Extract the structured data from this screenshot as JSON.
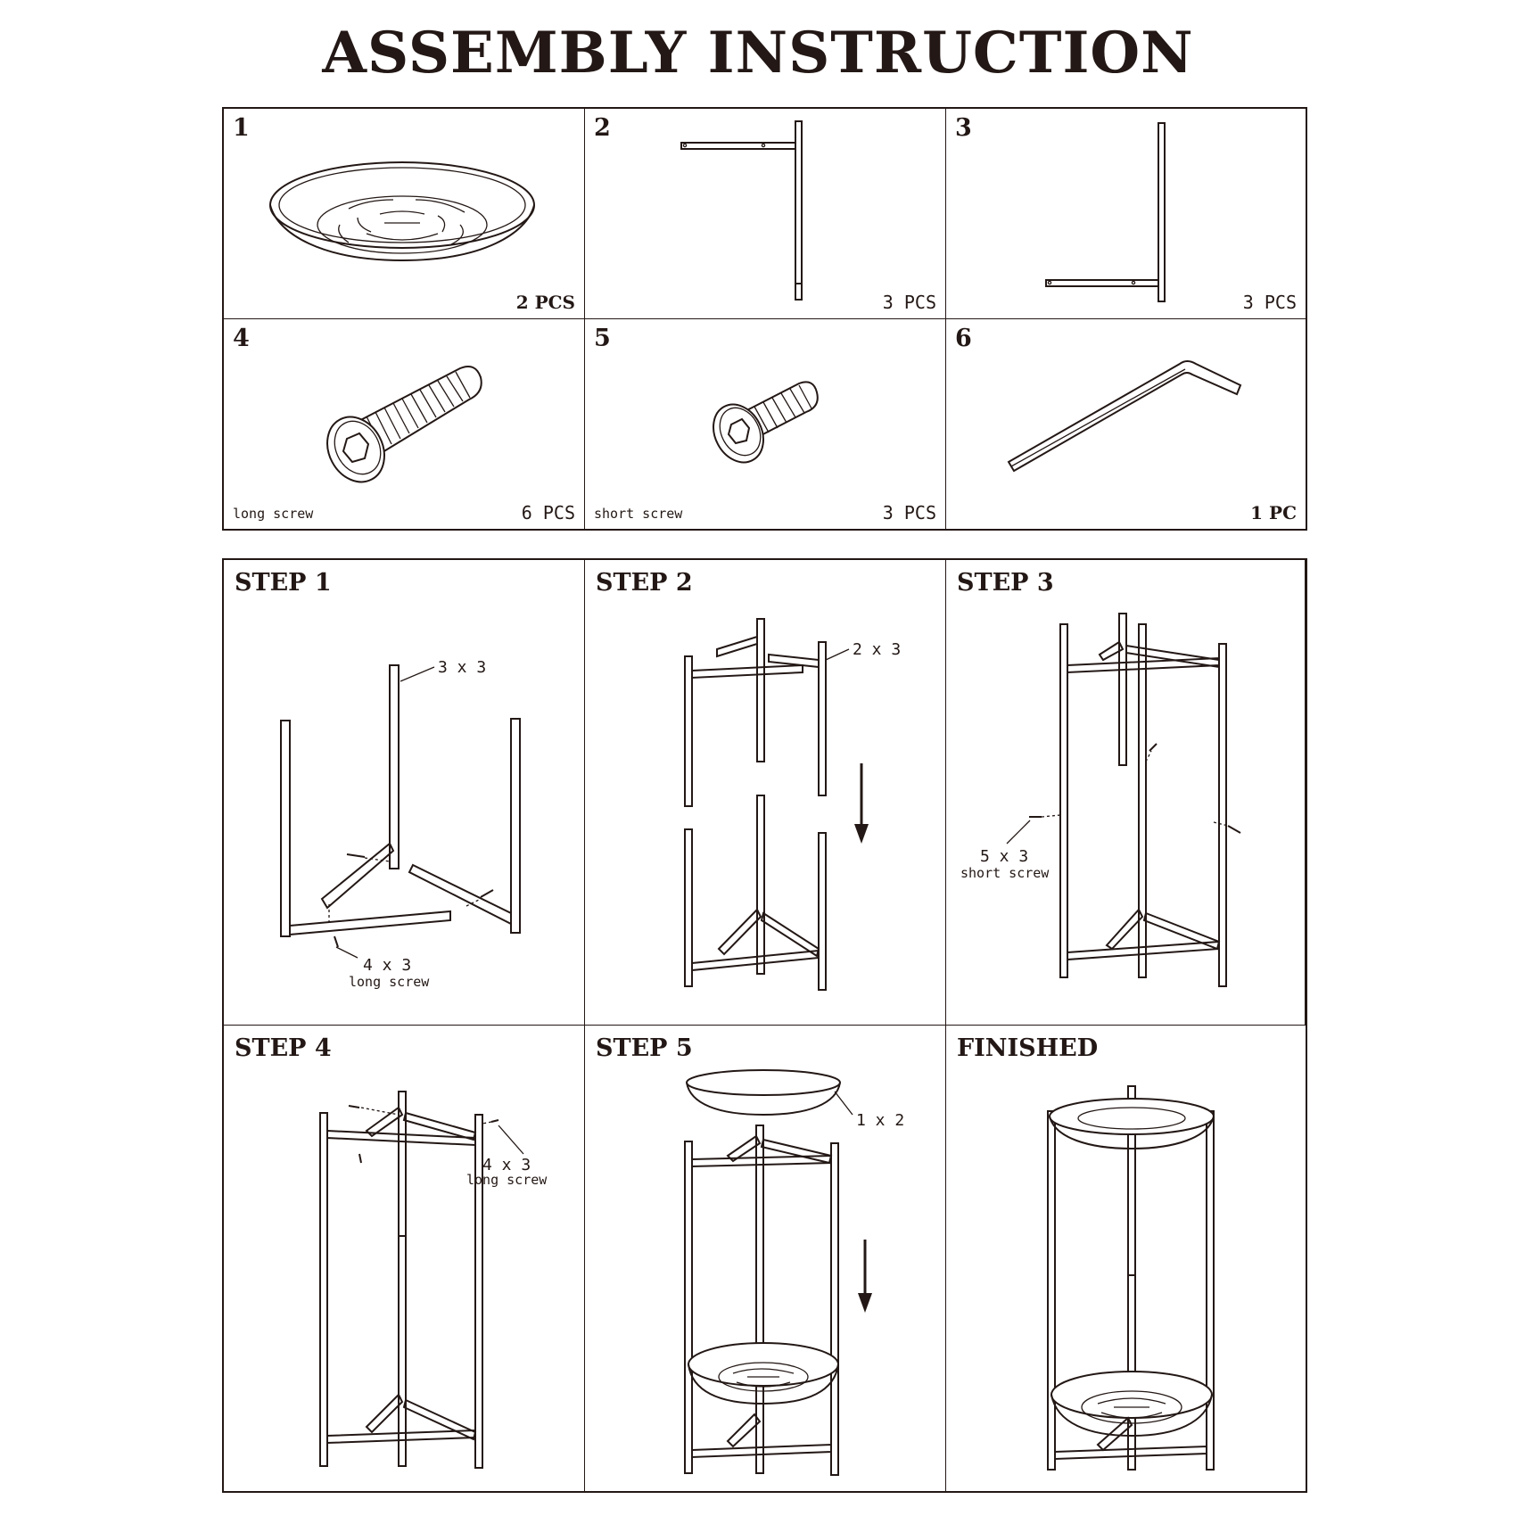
{
  "title": "ASSEMBLY  INSTRUCTION",
  "parts": [
    {
      "number": "1",
      "quantity": "2 PCS",
      "label": "",
      "icon": "tray-icon"
    },
    {
      "number": "2",
      "quantity": "3 PCS",
      "label": "",
      "icon": "t-frame-icon"
    },
    {
      "number": "3",
      "quantity": "3 PCS",
      "label": "",
      "icon": "l-frame-icon"
    },
    {
      "number": "4",
      "quantity": "6 PCS",
      "label": "long screw",
      "icon": "long-screw-icon"
    },
    {
      "number": "5",
      "quantity": "3 PCS",
      "label": "short screw",
      "icon": "short-screw-icon"
    },
    {
      "number": "6",
      "quantity": "1 PC",
      "label": "",
      "icon": "hex-key-icon"
    }
  ],
  "steps": [
    {
      "title": "STEP 1",
      "callouts": [
        {
          "text": "3 x 3"
        },
        {
          "text": "4 x 3"
        },
        {
          "text": "long screw"
        }
      ]
    },
    {
      "title": "STEP 2",
      "callouts": [
        {
          "text": "2 x 3"
        }
      ]
    },
    {
      "title": "STEP 3",
      "callouts": [
        {
          "text": "5 x 3"
        },
        {
          "text": "short screw"
        }
      ]
    },
    {
      "title": "STEP 4",
      "callouts": [
        {
          "text": "4 x 3"
        },
        {
          "text": "long screw"
        }
      ]
    },
    {
      "title": "STEP 5",
      "callouts": [
        {
          "text": "1 x 2"
        }
      ]
    },
    {
      "title": "FINISHED",
      "callouts": []
    }
  ]
}
